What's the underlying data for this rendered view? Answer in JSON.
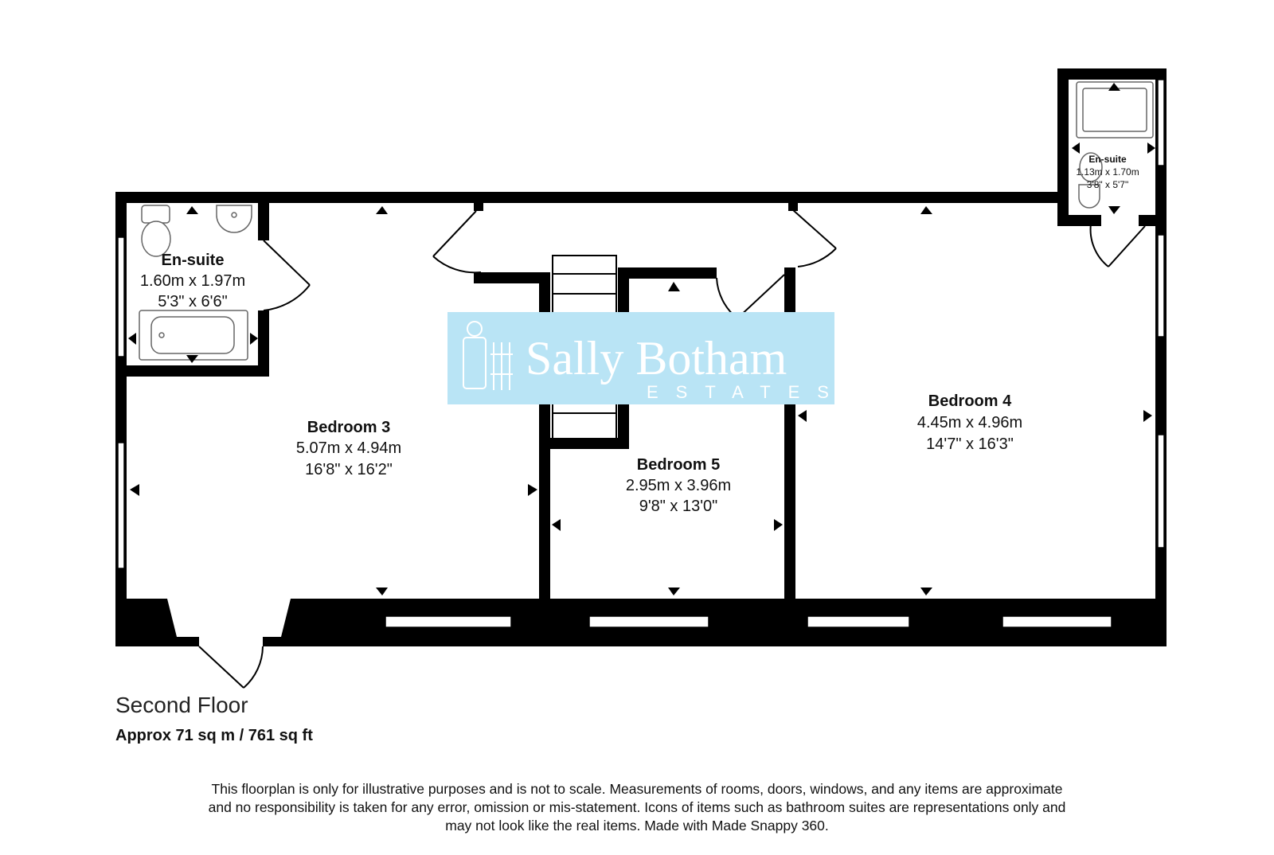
{
  "rooms": {
    "ensuite_left": {
      "name": "En-suite",
      "metric": "1.60m x 1.97m",
      "imperial": "5'3\" x 6'6\""
    },
    "bedroom3": {
      "name": "Bedroom 3",
      "metric": "5.07m x 4.94m",
      "imperial": "16'8\" x 16'2\""
    },
    "bedroom5": {
      "name": "Bedroom 5",
      "metric": "2.95m x 3.96m",
      "imperial": "9'8\" x 13'0\""
    },
    "bedroom4": {
      "name": "Bedroom 4",
      "metric": "4.45m x 4.96m",
      "imperial": "14'7\" x 16'3\""
    },
    "ensuite_right": {
      "name": "En-suite",
      "metric": "1.13m x 1.70m",
      "imperial": "3'8\" x 5'7\""
    }
  },
  "watermark": {
    "brand": "Sally Botham",
    "sub": "ESTATES",
    "color": "#b9e4f5"
  },
  "floor": {
    "title": "Second Floor",
    "area": "Approx 71 sq m / 761 sq ft"
  },
  "disclaimer": [
    "This floorplan is only for illustrative purposes and is not to scale. Measurements of rooms, doors, windows, and any items are approximate",
    "and no responsibility is taken for any error, omission or mis-statement. Icons of items such as bathroom suites are representations only and",
    "may not look like the real items. Made with Made Snappy 360."
  ],
  "colors": {
    "wall": "#000000",
    "background": "#ffffff"
  }
}
